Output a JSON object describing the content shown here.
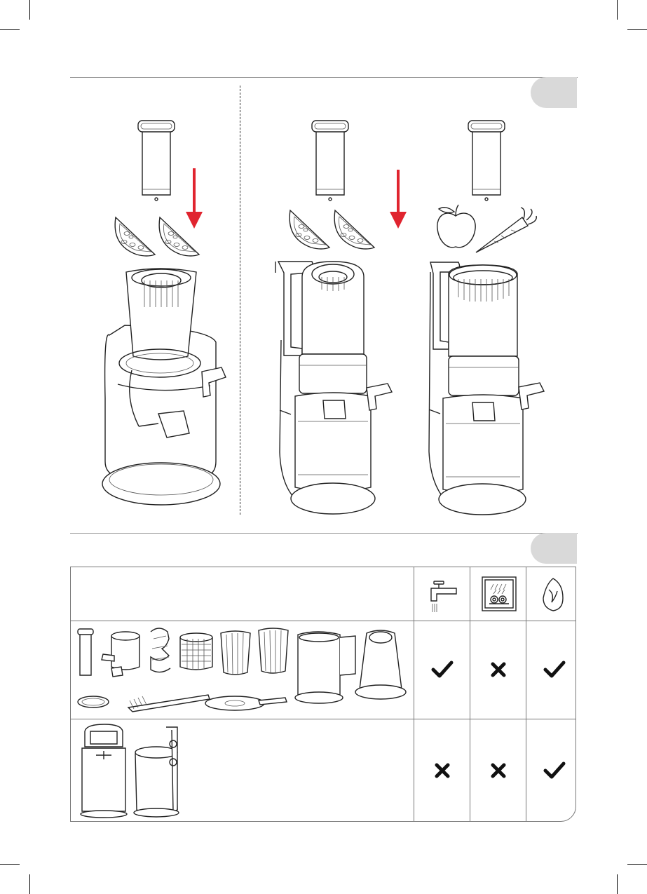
{
  "sections": [
    {
      "name": "assembly",
      "tab_color": "#d9d9d9",
      "arrow_color": "#e0242f"
    },
    {
      "name": "cleaning",
      "tab_color": "#d9d9d9"
    }
  ],
  "cleaning_table": {
    "columns": [
      {
        "icon": "faucet-water-icon"
      },
      {
        "icon": "dishwasher-icon"
      },
      {
        "icon": "soft-cloth-icon"
      }
    ],
    "rows": [
      {
        "parts": "removable-parts",
        "marks": [
          "check",
          "cross",
          "check"
        ]
      },
      {
        "parts": "motor-base",
        "marks": [
          "cross",
          "cross",
          "check"
        ]
      }
    ]
  }
}
